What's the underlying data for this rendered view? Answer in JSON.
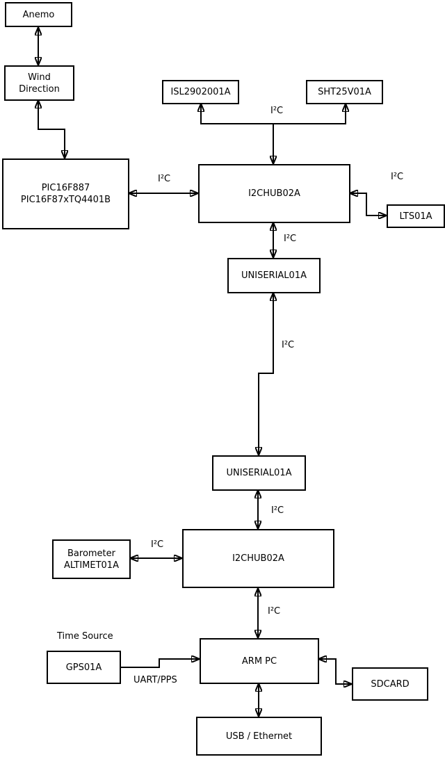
{
  "nodes": {
    "anemo": {
      "label": "Anemo"
    },
    "wind_direction": {
      "line1": "Wind",
      "line2": "Direction"
    },
    "pic": {
      "line1": "PIC16F887",
      "line2": "PIC16F87xTQ4401B"
    },
    "isl": {
      "label": "ISL2902001A"
    },
    "sht": {
      "label": "SHT25V01A"
    },
    "i2c_hub_upper": {
      "label": "I2CHUB02A"
    },
    "lts": {
      "label": "LTS01A"
    },
    "uniserial_upper": {
      "label": "UNISERIAL01A"
    },
    "uniserial_lower": {
      "label": "UNISERIAL01A"
    },
    "i2c_hub_lower": {
      "label": "I2CHUB02A"
    },
    "barometer": {
      "line1": "Barometer",
      "line2": "ALTIMET01A"
    },
    "gps": {
      "label": "GPS01A"
    },
    "arm_pc": {
      "label": "ARM PC"
    },
    "sdcard": {
      "label": "SDCARD"
    },
    "usb_ethernet": {
      "label": "USB / Ethernet"
    }
  },
  "edge_labels": {
    "i2c_pic_hub1": "I²C",
    "i2c_sensors": "I²C",
    "i2c_hub1_lts": "I²C",
    "i2c_hub1_uni1": "I²C",
    "i2c_uni1_uni2": "I²C",
    "i2c_uni2_hub2": "I²C",
    "i2c_baro_hub2": "I²C",
    "i2c_hub2_arm": "I²C",
    "time_source": "Time Source",
    "uart_pps": "UART/PPS"
  },
  "colors": {
    "line": "#000000",
    "background": "#ffffff"
  }
}
